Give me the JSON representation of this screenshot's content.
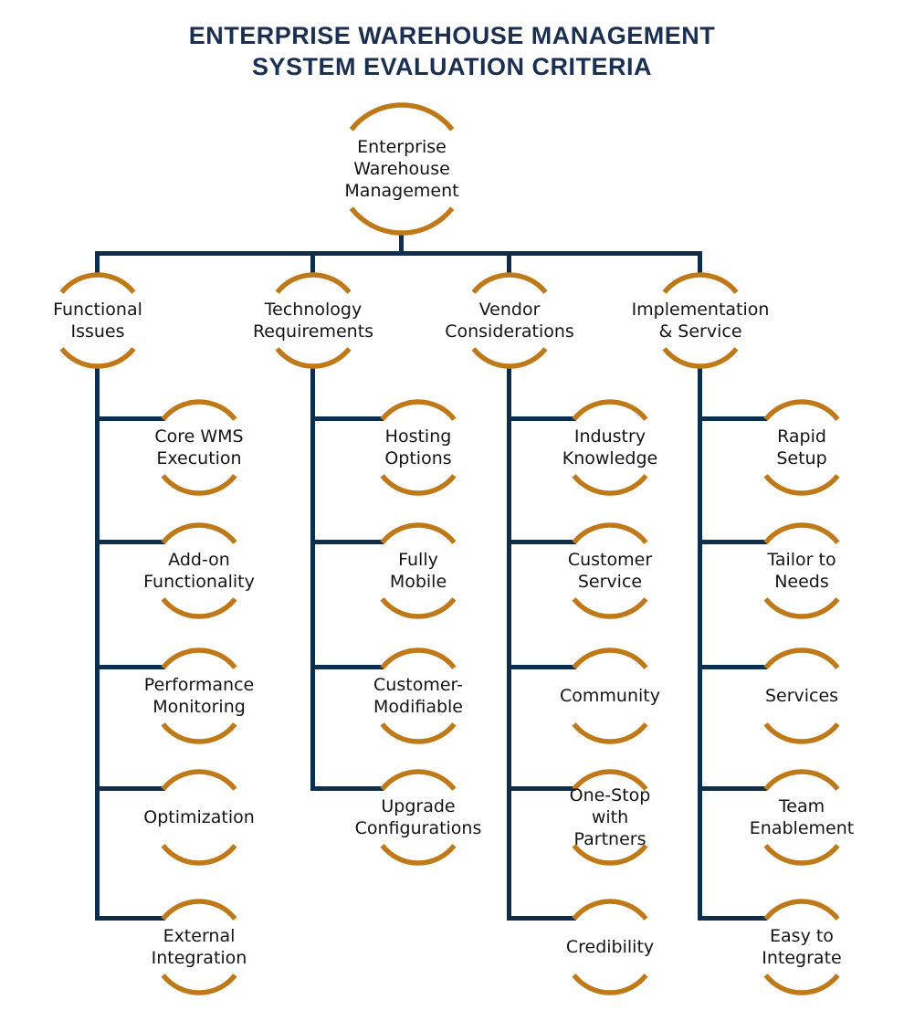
{
  "title": "ENTERPRISE WAREHOUSE MANAGEMENT\nSYSTEM EVALUATION CRITERIA",
  "colors": {
    "arc_orange": "#c07918",
    "connector_navy": "#0d2f4e",
    "title_navy": "#1a2f52",
    "node_text": "#141414",
    "background": "#ffffff"
  },
  "root": {
    "label": "Enterprise\nWarehouse\nManagement"
  },
  "branches": [
    {
      "label": "Functional\nIssues",
      "children": [
        {
          "label": "Core WMS\nExecution"
        },
        {
          "label": "Add-on\nFunctionality"
        },
        {
          "label": "Performance\nMonitoring"
        },
        {
          "label": "Optimization"
        },
        {
          "label": "External\nIntegration"
        }
      ]
    },
    {
      "label": "Technology\nRequirements",
      "children": [
        {
          "label": "Hosting Options"
        },
        {
          "label": "Fully Mobile"
        },
        {
          "label": "Customer-\nModifiable"
        },
        {
          "label": "Upgrade\nConfigurations"
        }
      ]
    },
    {
      "label": "Vendor\nConsiderations",
      "children": [
        {
          "label": "Industry\nKnowledge"
        },
        {
          "label": "Customer\nService"
        },
        {
          "label": "Community"
        },
        {
          "label": "One-Stop\nwith Partners"
        },
        {
          "label": "Credibility"
        }
      ]
    },
    {
      "label": "Implementation\n& Service",
      "children": [
        {
          "label": "Rapid Setup"
        },
        {
          "label": "Tailor to Needs"
        },
        {
          "label": "Services"
        },
        {
          "label": "Team\nEnablement"
        },
        {
          "label": "Easy to\nIntegrate"
        }
      ]
    }
  ]
}
